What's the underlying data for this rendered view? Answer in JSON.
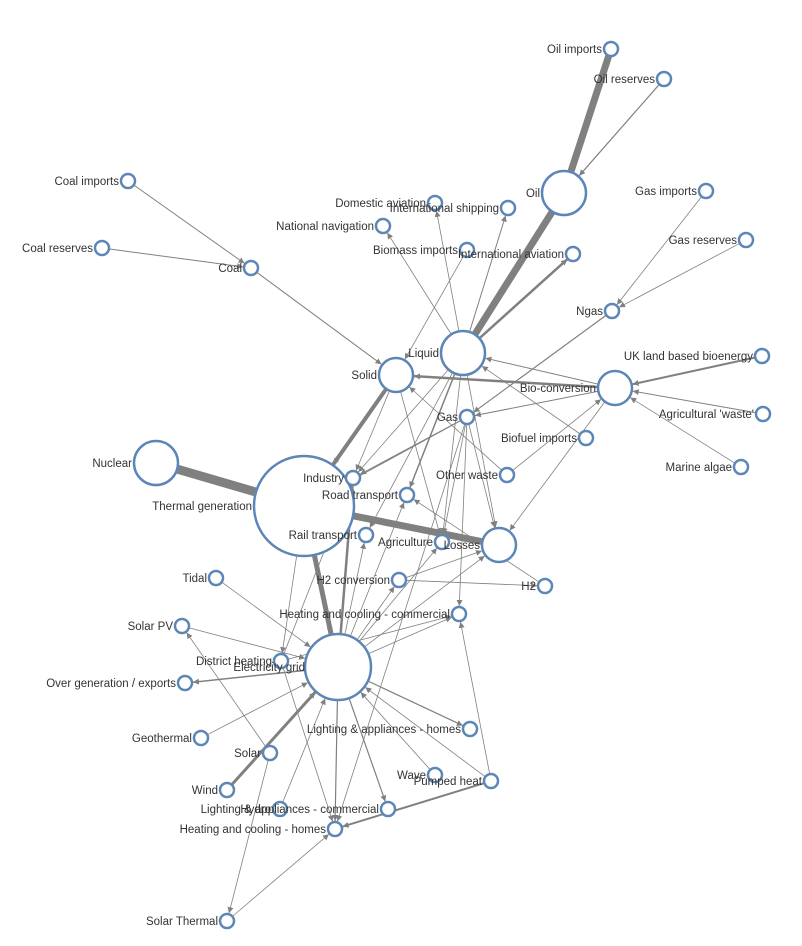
{
  "graph": {
    "nodes": [
      {
        "id": "oil-imports",
        "label": "Oil imports",
        "size": "small"
      },
      {
        "id": "oil-reserves",
        "label": "Oil reserves",
        "size": "small"
      },
      {
        "id": "oil",
        "label": "Oil",
        "size": "large"
      },
      {
        "id": "gas-imports",
        "label": "Gas imports",
        "size": "small"
      },
      {
        "id": "gas-reserves",
        "label": "Gas reserves",
        "size": "small"
      },
      {
        "id": "ngas",
        "label": "Ngas",
        "size": "small"
      },
      {
        "id": "coal-imports",
        "label": "Coal imports",
        "size": "small"
      },
      {
        "id": "coal-reserves",
        "label": "Coal reserves",
        "size": "small"
      },
      {
        "id": "coal",
        "label": "Coal",
        "size": "small"
      },
      {
        "id": "domestic-aviation",
        "label": "Domestic aviation",
        "size": "small"
      },
      {
        "id": "international-shipping",
        "label": "International shipping",
        "size": "small"
      },
      {
        "id": "national-navigation",
        "label": "National navigation",
        "size": "small"
      },
      {
        "id": "biomass-imports",
        "label": "Biomass imports",
        "size": "small"
      },
      {
        "id": "international-aviation",
        "label": "International aviation",
        "size": "small"
      },
      {
        "id": "liquid",
        "label": "Liquid",
        "size": "large"
      },
      {
        "id": "solid",
        "label": "Solid",
        "size": "medium"
      },
      {
        "id": "uk-land-based-bioenergy",
        "label": "UK land based bioenergy",
        "size": "small"
      },
      {
        "id": "bio-conversion",
        "label": "Bio-conversion",
        "size": "medium"
      },
      {
        "id": "agricultural-waste",
        "label": "Agricultural 'waste'",
        "size": "small"
      },
      {
        "id": "marine-algae",
        "label": "Marine algae",
        "size": "small"
      },
      {
        "id": "gas",
        "label": "Gas",
        "size": "small"
      },
      {
        "id": "biofuel-imports",
        "label": "Biofuel imports",
        "size": "small"
      },
      {
        "id": "other-waste",
        "label": "Other waste",
        "size": "small"
      },
      {
        "id": "nuclear",
        "label": "Nuclear",
        "size": "large"
      },
      {
        "id": "thermal-generation",
        "label": "Thermal generation",
        "size": "xlarge"
      },
      {
        "id": "industry",
        "label": "Industry",
        "size": "small"
      },
      {
        "id": "road-transport",
        "label": "Road transport",
        "size": "small"
      },
      {
        "id": "rail-transport",
        "label": "Rail transport",
        "size": "small"
      },
      {
        "id": "agriculture",
        "label": "Agriculture",
        "size": "small"
      },
      {
        "id": "losses",
        "label": "Losses",
        "size": "medium"
      },
      {
        "id": "h2-conversion",
        "label": "H2 conversion",
        "size": "small"
      },
      {
        "id": "h2",
        "label": "H2",
        "size": "small"
      },
      {
        "id": "tidal",
        "label": "Tidal",
        "size": "small"
      },
      {
        "id": "heating-cooling-commercial",
        "label": "Heating and cooling - commercial",
        "size": "small"
      },
      {
        "id": "solar-pv",
        "label": "Solar PV",
        "size": "small"
      },
      {
        "id": "district-heating",
        "label": "District heating",
        "size": "small"
      },
      {
        "id": "electricity-grid",
        "label": "Electricity grid",
        "size": "xlarge-2"
      },
      {
        "id": "over-generation-exports",
        "label": "Over generation / exports",
        "size": "small"
      },
      {
        "id": "lighting-appliances-homes",
        "label": "Lighting & appliances - homes",
        "size": "small"
      },
      {
        "id": "geothermal",
        "label": "Geothermal",
        "size": "small"
      },
      {
        "id": "solar",
        "label": "Solar",
        "size": "small"
      },
      {
        "id": "wind",
        "label": "Wind",
        "size": "small"
      },
      {
        "id": "wave",
        "label": "Wave",
        "size": "small"
      },
      {
        "id": "pumped-heat",
        "label": "Pumped heat",
        "size": "small"
      },
      {
        "id": "hydro",
        "label": "Hydro",
        "size": "small"
      },
      {
        "id": "lighting-appliances-commercial",
        "label": "Lighting & appliances - commercial",
        "size": "small"
      },
      {
        "id": "heating-cooling-homes",
        "label": "Heating and cooling - homes",
        "size": "small"
      },
      {
        "id": "solar-thermal",
        "label": "Solar Thermal",
        "size": "small"
      }
    ],
    "links": [
      {
        "source": "oil-imports",
        "target": "oil",
        "weight": 7
      },
      {
        "source": "oil-reserves",
        "target": "oil",
        "weight": 1.2
      },
      {
        "source": "oil",
        "target": "liquid",
        "weight": 7
      },
      {
        "source": "coal-imports",
        "target": "coal",
        "weight": 1
      },
      {
        "source": "coal-reserves",
        "target": "coal",
        "weight": 1
      },
      {
        "source": "coal",
        "target": "solid",
        "weight": 1
      },
      {
        "source": "gas-imports",
        "target": "ngas",
        "weight": 0.8
      },
      {
        "source": "gas-reserves",
        "target": "ngas",
        "weight": 0.8
      },
      {
        "source": "ngas",
        "target": "gas",
        "weight": 1.2
      },
      {
        "source": "liquid",
        "target": "international-aviation",
        "weight": 2.5
      },
      {
        "source": "liquid",
        "target": "international-shipping",
        "weight": 1
      },
      {
        "source": "liquid",
        "target": "domestic-aviation",
        "weight": 0.8
      },
      {
        "source": "liquid",
        "target": "national-navigation",
        "weight": 0.8
      },
      {
        "source": "liquid",
        "target": "industry",
        "weight": 0.8
      },
      {
        "source": "liquid",
        "target": "road-transport",
        "weight": 1.5
      },
      {
        "source": "liquid",
        "target": "rail-transport",
        "weight": 0.8
      },
      {
        "source": "liquid",
        "target": "agriculture",
        "weight": 0.8
      },
      {
        "source": "liquid",
        "target": "losses",
        "weight": 0.8
      },
      {
        "source": "biomass-imports",
        "target": "solid",
        "weight": 0.8
      },
      {
        "source": "uk-land-based-bioenergy",
        "target": "bio-conversion",
        "weight": 2
      },
      {
        "source": "agricultural-waste",
        "target": "bio-conversion",
        "weight": 1
      },
      {
        "source": "marine-algae",
        "target": "bio-conversion",
        "weight": 0.8
      },
      {
        "source": "other-waste",
        "target": "bio-conversion",
        "weight": 0.8
      },
      {
        "source": "other-waste",
        "target": "solid",
        "weight": 0.8
      },
      {
        "source": "bio-conversion",
        "target": "solid",
        "weight": 2.5
      },
      {
        "source": "bio-conversion",
        "target": "liquid",
        "weight": 1
      },
      {
        "source": "bio-conversion",
        "target": "gas",
        "weight": 1
      },
      {
        "source": "bio-conversion",
        "target": "losses",
        "weight": 0.8
      },
      {
        "source": "biofuel-imports",
        "target": "liquid",
        "weight": 0.8
      },
      {
        "source": "solid",
        "target": "thermal-generation",
        "weight": 4
      },
      {
        "source": "solid",
        "target": "industry",
        "weight": 0.8
      },
      {
        "source": "solid",
        "target": "agriculture",
        "weight": 0.8
      },
      {
        "source": "gas",
        "target": "thermal-generation",
        "weight": 1.2
      },
      {
        "source": "gas",
        "target": "industry",
        "weight": 0.8
      },
      {
        "source": "gas",
        "target": "losses",
        "weight": 0.8
      },
      {
        "source": "gas",
        "target": "heating-cooling-commercial",
        "weight": 0.8
      },
      {
        "source": "gas",
        "target": "heating-cooling-homes",
        "weight": 0.8
      },
      {
        "source": "gas",
        "target": "agriculture",
        "weight": 0.8
      },
      {
        "source": "nuclear",
        "target": "thermal-generation",
        "weight": 9
      },
      {
        "source": "thermal-generation",
        "target": "losses",
        "weight": 7
      },
      {
        "source": "thermal-generation",
        "target": "electricity-grid",
        "weight": 5
      },
      {
        "source": "thermal-generation",
        "target": "district-heating",
        "weight": 0.8
      },
      {
        "source": "electricity-grid",
        "target": "industry",
        "weight": 2.5
      },
      {
        "source": "electricity-grid",
        "target": "lighting-appliances-homes",
        "weight": 1.2
      },
      {
        "source": "electricity-grid",
        "target": "lighting-appliances-commercial",
        "weight": 1.2
      },
      {
        "source": "electricity-grid",
        "target": "heating-cooling-homes",
        "weight": 1.2
      },
      {
        "source": "electricity-grid",
        "target": "heating-cooling-commercial",
        "weight": 0.8
      },
      {
        "source": "electricity-grid",
        "target": "over-generation-exports",
        "weight": 1.5
      },
      {
        "source": "electricity-grid",
        "target": "road-transport",
        "weight": 0.8
      },
      {
        "source": "electricity-grid",
        "target": "rail-transport",
        "weight": 0.8
      },
      {
        "source": "electricity-grid",
        "target": "h2-conversion",
        "weight": 0.8
      },
      {
        "source": "electricity-grid",
        "target": "losses",
        "weight": 0.8
      },
      {
        "source": "electricity-grid",
        "target": "agriculture",
        "weight": 0.8
      },
      {
        "source": "h2-conversion",
        "target": "h2",
        "weight": 0.8
      },
      {
        "source": "h2-conversion",
        "target": "losses",
        "weight": 0.8
      },
      {
        "source": "h2",
        "target": "road-transport",
        "weight": 0.8
      },
      {
        "source": "tidal",
        "target": "electricity-grid",
        "weight": 0.8
      },
      {
        "source": "solar-pv",
        "target": "electricity-grid",
        "weight": 0.8
      },
      {
        "source": "geothermal",
        "target": "electricity-grid",
        "weight": 0.8
      },
      {
        "source": "wind",
        "target": "electricity-grid",
        "weight": 3
      },
      {
        "source": "wave",
        "target": "electricity-grid",
        "weight": 0.8
      },
      {
        "source": "hydro",
        "target": "electricity-grid",
        "weight": 0.8
      },
      {
        "source": "solar",
        "target": "solar-pv",
        "weight": 0.8
      },
      {
        "source": "solar",
        "target": "solar-thermal",
        "weight": 0.8
      },
      {
        "source": "solar-thermal",
        "target": "heating-cooling-homes",
        "weight": 0.8
      },
      {
        "source": "pumped-heat",
        "target": "heating-cooling-homes",
        "weight": 2
      },
      {
        "source": "pumped-heat",
        "target": "heating-cooling-commercial",
        "weight": 0.8
      },
      {
        "source": "district-heating",
        "target": "heating-cooling-homes",
        "weight": 0.8
      },
      {
        "source": "district-heating",
        "target": "heating-cooling-commercial",
        "weight": 0.8
      },
      {
        "source": "district-heating",
        "target": "industry",
        "weight": 0.8
      },
      {
        "source": "pumped-heat",
        "target": "electricity-grid",
        "weight": 0.8
      }
    ]
  },
  "colors": {
    "node_stroke": "#5b86b6",
    "node_fill": "#ffffff",
    "link": "#808080",
    "label": "#333333"
  }
}
